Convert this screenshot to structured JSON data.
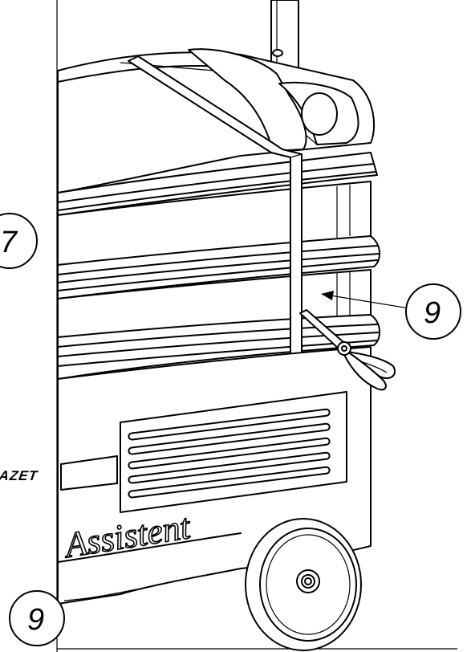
{
  "callouts": {
    "left_top": "7",
    "right_mid": "9",
    "left_bottom": "9"
  },
  "brand": {
    "plate_text": "AZET",
    "script_logo": "Assistent"
  },
  "colors": {
    "line": "#000000",
    "background": "#ffffff"
  },
  "icons": {
    "cutter": "strap-cutter-scissors-icon",
    "arrow": "leader-arrow"
  }
}
